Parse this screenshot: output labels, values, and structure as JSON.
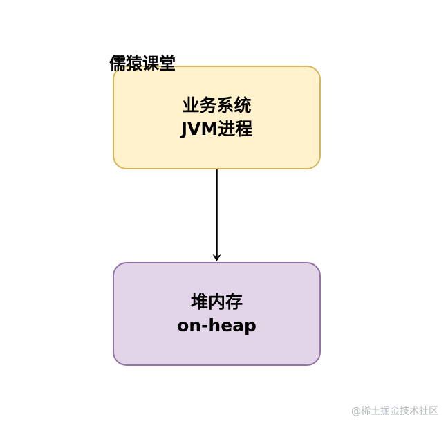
{
  "diagram": {
    "brand_label": "儒猿课堂",
    "nodes": [
      {
        "id": "business-system",
        "lines": [
          "业务系统",
          "JVM进程"
        ],
        "fill": "#fff2cc",
        "stroke": "#d6b656"
      },
      {
        "id": "heap-memory",
        "lines": [
          "堆内存",
          "on-heap"
        ],
        "fill": "#e1d5e7",
        "stroke": "#9673a6"
      }
    ],
    "edges": [
      {
        "from": "business-system",
        "to": "heap-memory",
        "arrow": "end",
        "color": "#000000"
      }
    ]
  },
  "watermark": "@稀土掘金技术社区"
}
